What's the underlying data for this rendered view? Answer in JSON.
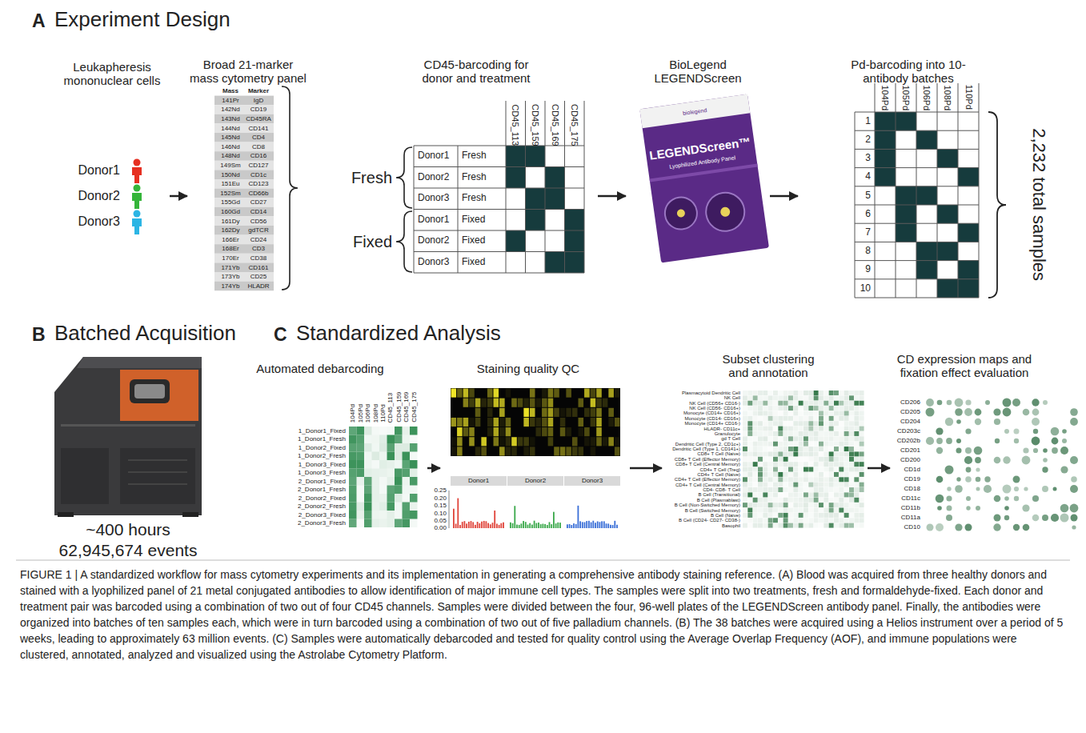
{
  "diagram": {
    "caption": "FIGURE 1 | A standardized workflow for mass cytometry experiments and its implementation in generating a comprehensive antibody staining reference. (A) Blood was acquired from three healthy donors and stained with a lyophilized panel of 21 metal conjugated antibodies to allow identification of major immune cell types. The samples were split into two treatments, fresh and formaldehyde-fixed. Each donor and treatment pair was barcoded using a combination of two out of four CD45 channels. Samples were divided between the four, 96-well plates of the LEGENDScreen antibody panel. Finally, the antibodies were organized into batches of ten samples each, which were in turn barcoded using a combination of two out of five palladium channels. (B) The 38 batches were acquired using a Helios instrument over a period of 5 weeks, leading to approximately 63 million events. (C) Samples were automatically debarcoded and tested for quality control using the Average Overlap Frequency (AOF), and immune populations were clustered, annotated, analyzed and visualized using the Astrolabe Cytometry Platform.",
    "nodes": [
      {
        "text": [
          "Leukapheresis mononuclear cells"
        ]
      },
      {
        "text": [
          "Broad 21-marker mass cytometry panel"
        ]
      },
      {
        "text": [
          "CD45-barcoding for donor and treatment"
        ]
      },
      {
        "text": [
          "BioLegend LEGENDScreen"
        ]
      },
      {
        "text": [
          "Pd-barcoding into 10-antibody batches"
        ]
      },
      {
        "text": [
          "Automated debarcoding"
        ]
      },
      {
        "text": [
          "Staining quality QC"
        ]
      },
      {
        "text": [
          "Subset clustering and annotation"
        ]
      },
      {
        "text": [
          "CD expression maps and fixation effect evaluation"
        ]
      }
    ],
    "edges": [
      {
        "from": 0,
        "to": 1,
        "arrow": "to"
      },
      {
        "from": 2,
        "to": 3,
        "arrow": "to"
      },
      {
        "from": 3,
        "to": 4,
        "arrow": "to"
      },
      {
        "from": 5,
        "to": 6,
        "arrow": "to"
      },
      {
        "from": 6,
        "to": 7,
        "arrow": "to"
      },
      {
        "from": 7,
        "to": 8,
        "arrow": "to"
      }
    ],
    "labels": [
      "A",
      "Experiment Design",
      "B",
      "Batched Acquisition",
      "C",
      "Standardized Analysis",
      "Donor1",
      "Donor2",
      "Donor3",
      "Mass",
      "Marker",
      "141Pr",
      "IgD",
      "142Nd",
      "CD19",
      "143Nd",
      "CD45RA",
      "144Nd",
      "CD141",
      "145Nd",
      "CD4",
      "146Nd",
      "CD8",
      "148Nd",
      "CD16",
      "149Sm",
      "CD127",
      "150Nd",
      "CD1c",
      "151Eu",
      "CD123",
      "152Sm",
      "CD66b",
      "155Gd",
      "CD27",
      "160Gd",
      "CD14",
      "161Dy",
      "CD56",
      "162Dy",
      "gdTCR",
      "166Er",
      "CD24",
      "168Er",
      "CD3",
      "170Er",
      "CD38",
      "171Yb",
      "CD161",
      "173Yb",
      "CD25",
      "174Yb",
      "HLADR",
      "CD45_113",
      "CD45_159",
      "CD45_169",
      "CD45_175",
      "Donor1",
      "Fresh",
      "Donor2",
      "Fresh",
      "Donor3",
      "Fresh",
      "Donor1",
      "Fixed",
      "Donor2",
      "Fixed",
      "Donor3",
      "Fixed",
      "Fresh",
      "Fixed",
      "biolegend",
      "LEGENDScreen™",
      "Lyophilized Antibody Panel",
      "104Pd",
      "105Pd",
      "106Pd",
      "108Pd",
      "110Pd",
      "1",
      "2",
      "3",
      "4",
      "5",
      "6",
      "7",
      "8",
      "9",
      "10",
      "2,232 total samples",
      "~400 hours",
      "62,945,674 events",
      "104Pd",
      "105Pd",
      "106Pd",
      "108Pd",
      "110Pd",
      "CD45_113",
      "CD45_159",
      "CD45_169",
      "CD45_175",
      "1_Donor1_Fixed",
      "1_Donor1_Fresh",
      "1_Donor2_Fixed",
      "1_Donor2_Fresh",
      "1_Donor3_Fixed",
      "1_Donor3_Fresh",
      "2_Donor1_Fixed",
      "2_Donor1_Fresh",
      "2_Donor2_Fixed",
      "2_Donor2_Fresh",
      "2_Donor3_Fixed",
      "2_Donor3_Fresh",
      "Donor1",
      "Donor2",
      "Donor3",
      "0.25",
      "0.20",
      "0.15",
      "0.10",
      "0.05",
      "0.00",
      "Plasmacytoid Dendritic Cell",
      "NK Cell",
      "NK Cell (CD56+ CD16-)",
      "NK Cell (CD56- CD16+)",
      "Monocyte (CD14+ CD16+)",
      "Monocyte (CD14- CD16+)",
      "Monocyte (CD14+ CD16-)",
      "HLADR- CD11c+",
      "Granulocyte",
      "gd T Cell",
      "Dendritic Cell (Type 2, CD1c+)",
      "Dendritic Cell (Type 1, CD141+)",
      "CD8+ T Cell (Naive)",
      "CD8+ T Cell (Effector Memory)",
      "CD8+ T Cell (Central Memory)",
      "CD4+ T Cell (Treg)",
      "CD4+ T Cell (Naive)",
      "CD4+ T Cell (Effector Memory)",
      "CD4+ T Cell (Central Memory)",
      "CD4- CD8- T Cell",
      "B Cell (Transitional)",
      "B Cell (Plasmablast)",
      "B Cell (Non-Switched Memory)",
      "B Cell (Switched Memory)",
      "B Cell (Naive)",
      "B Cell (CD24- CD27- CD38-)",
      "Basophil",
      "CD206",
      "CD205",
      "CD204",
      "CD203c",
      "CD202b",
      "CD201",
      "CD200",
      "CD1d",
      "CD19",
      "CD18",
      "CD11c",
      "CD11b",
      "CD11a",
      "CD10"
    ]
  }
}
